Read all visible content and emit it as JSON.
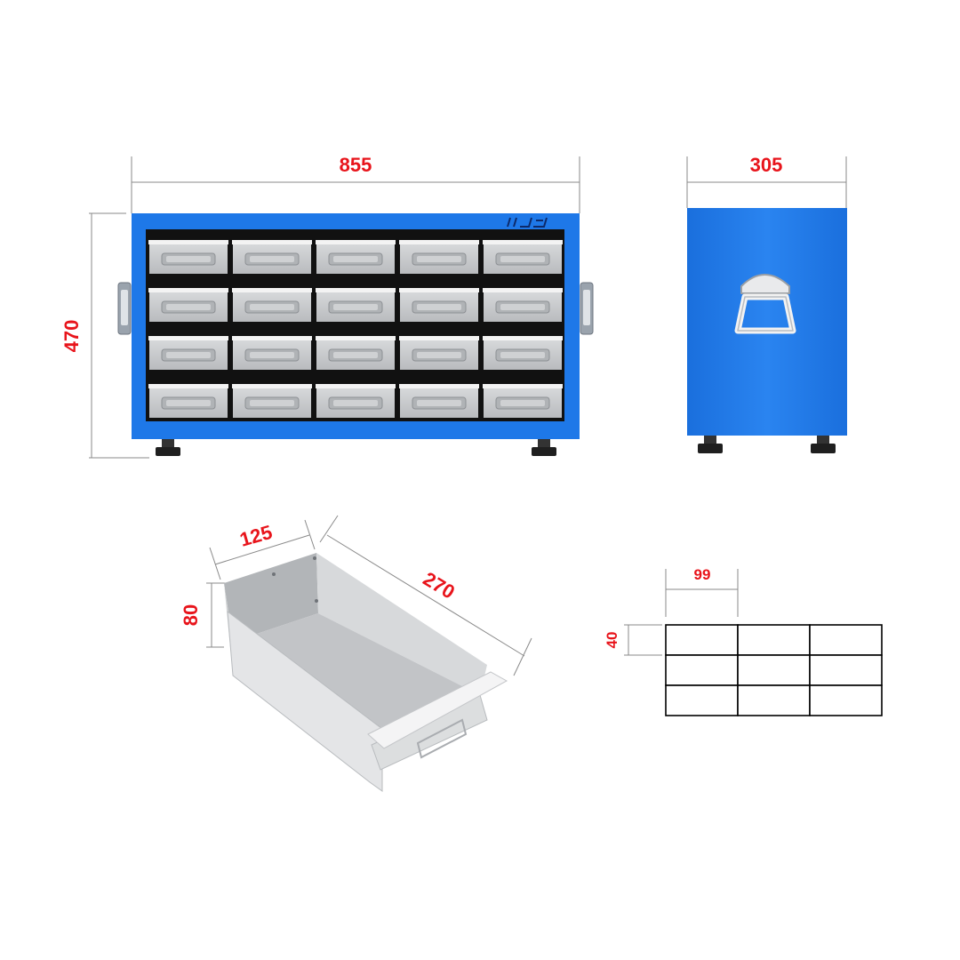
{
  "dimensions": {
    "cabinet_width": "855",
    "cabinet_height": "470",
    "cabinet_depth": "305",
    "drawer_width": "125",
    "drawer_depth": "270",
    "drawer_height": "80",
    "divider_width": "99",
    "divider_height": "40"
  },
  "cabinet": {
    "rows": 4,
    "columns": 5,
    "logo_icon": "brand-logo-icon"
  },
  "grid": {
    "rows": 3,
    "columns": 3
  },
  "colors": {
    "cabinet_blue": "#1e78e8",
    "dimension_text": "#e8141b",
    "drawer_grey": "#c9cbcd",
    "drawer_slot": "#111111",
    "handle_white": "#f2f2f2"
  }
}
